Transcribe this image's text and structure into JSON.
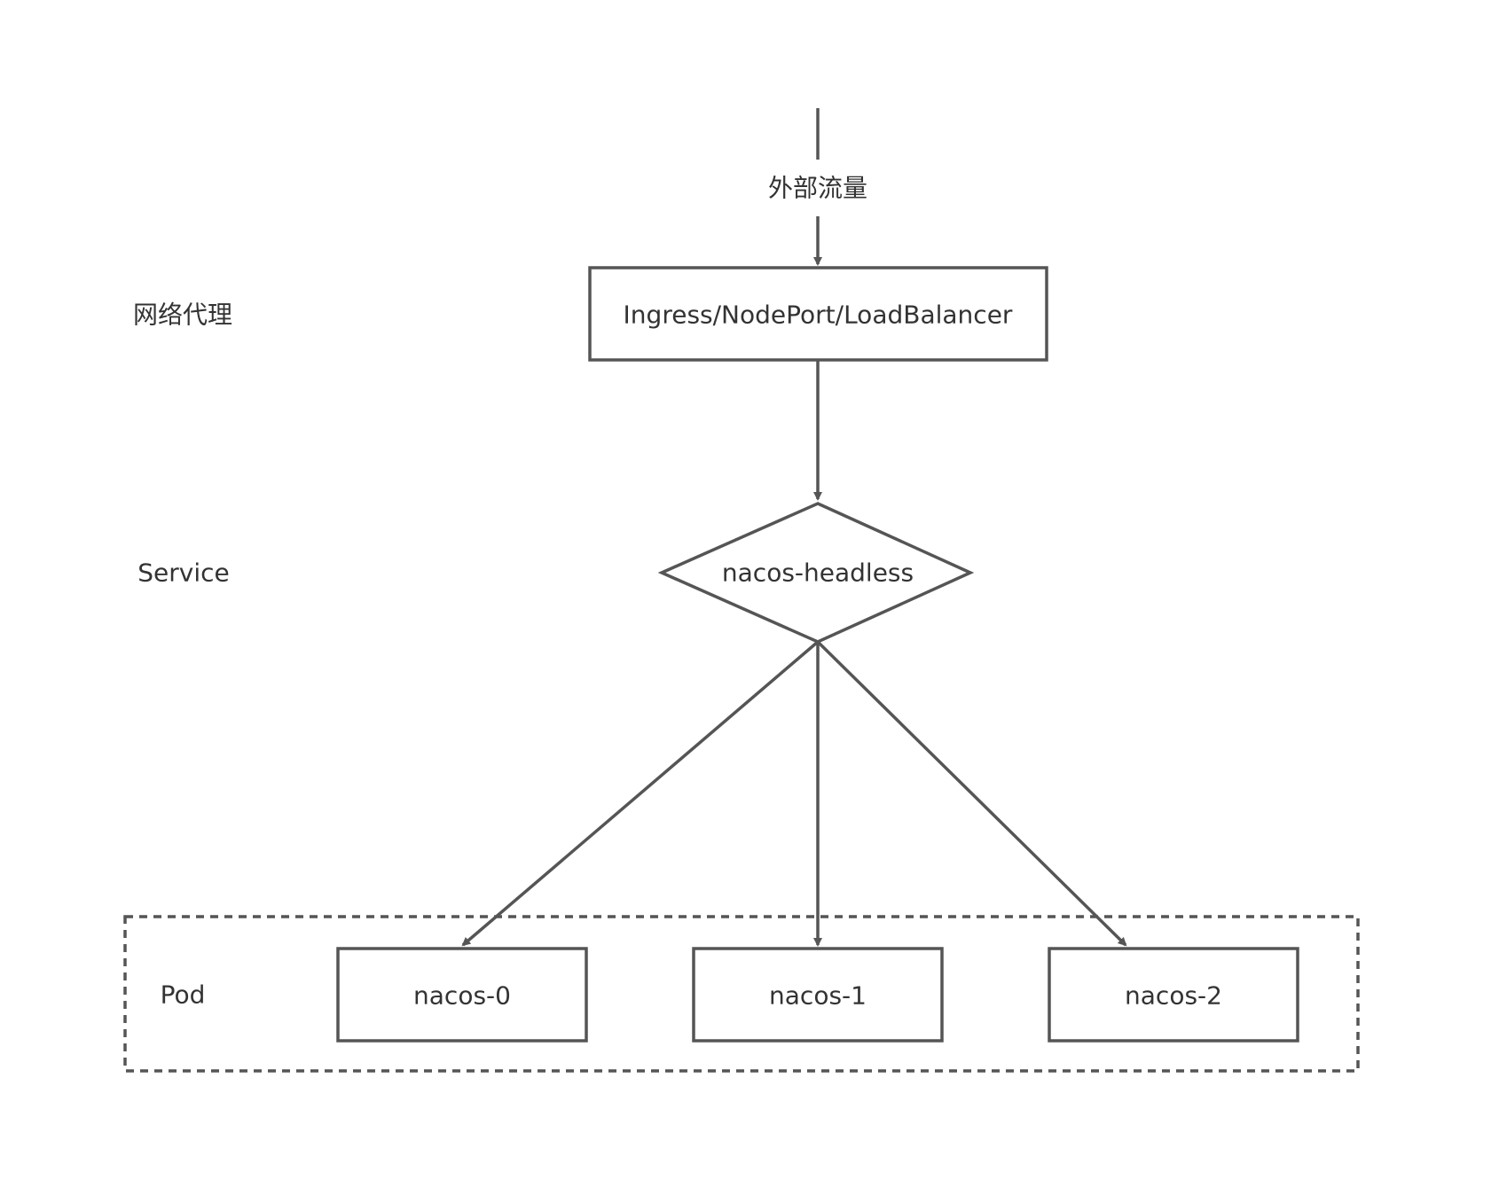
{
  "diagram": {
    "external_traffic_label": "外部流量",
    "layer_labels": {
      "proxy": "网络代理",
      "service": "Service",
      "pod": "Pod"
    },
    "nodes": {
      "ingress": "Ingress/NodePort/LoadBalancer",
      "headless": "nacos-headless",
      "pods": [
        "nacos-0",
        "nacos-1",
        "nacos-2"
      ]
    },
    "colors": {
      "stroke": "#555555",
      "text": "#333333",
      "background": "#ffffff"
    }
  }
}
